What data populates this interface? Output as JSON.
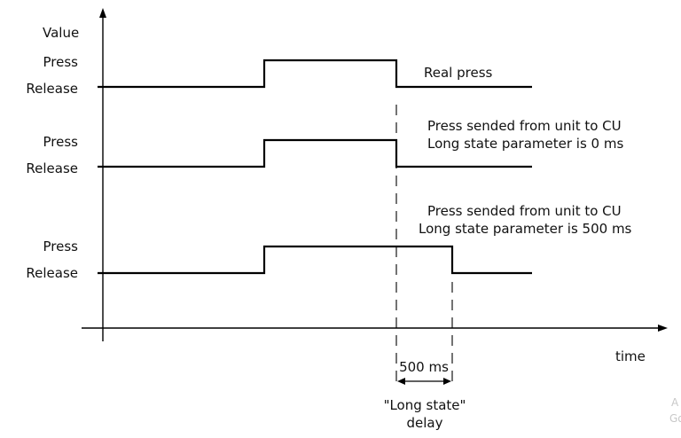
{
  "axes": {
    "y_label": "Value",
    "x_label": "time"
  },
  "levels": {
    "press": "Press",
    "release": "Release"
  },
  "signals": [
    {
      "caption_lines": [
        "Real press"
      ]
    },
    {
      "caption_lines": [
        "Press sended from unit to CU",
        "Long state parameter is 0 ms"
      ]
    },
    {
      "caption_lines": [
        "Press sended from unit to CU",
        "Long state parameter is 500 ms"
      ]
    }
  ],
  "delay": {
    "value_label": "500 ms",
    "caption_lines": [
      "\"Long state\"",
      "delay"
    ]
  },
  "watermark": {
    "line1": "A",
    "line2": "Go"
  }
}
